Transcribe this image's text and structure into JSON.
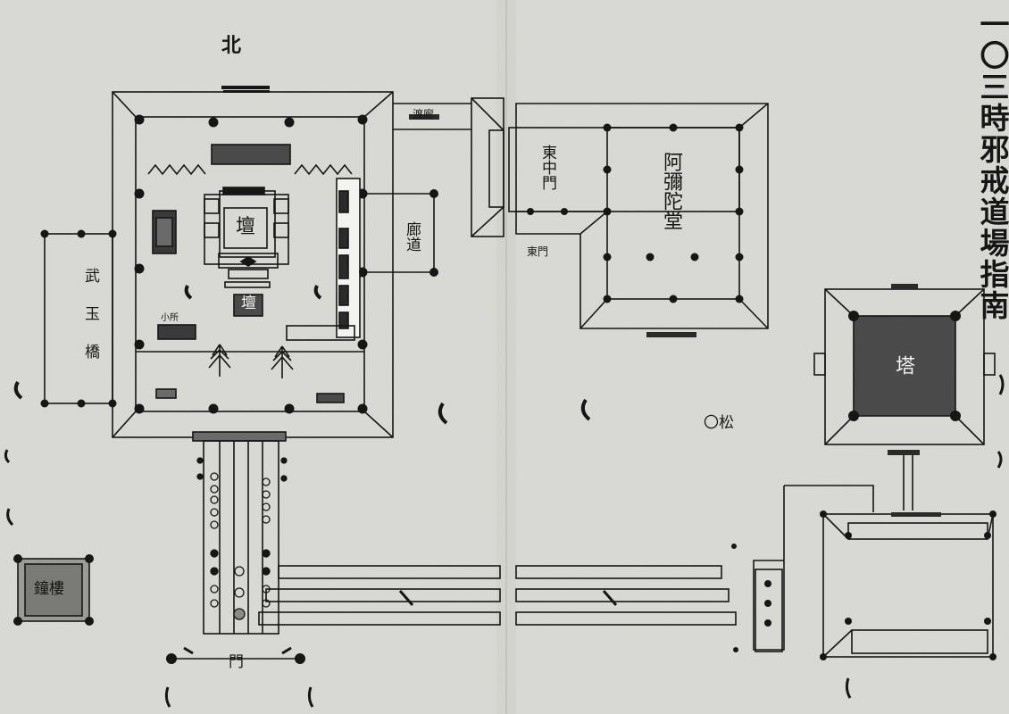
{
  "title": "一〇三時邪戒道場指南",
  "north": "北",
  "gate": "門",
  "pine": "〇松",
  "pagoda": "塔",
  "left_hall": "武 玉 橋",
  "bell_tower": "鐘樓",
  "corridor_top": "渡廊",
  "corridor_right": "廊道",
  "east_gate": "東中門",
  "east_hall": "阿彌陀堂",
  "side_gate": "東門",
  "main_altar": "壇",
  "lower_altar": "壇",
  "small_office": "小所",
  "colors": {
    "paper": "#e9e9e6",
    "ink": "#161616",
    "shade": "#4a4a4a",
    "dark": "#2a2a2a"
  }
}
